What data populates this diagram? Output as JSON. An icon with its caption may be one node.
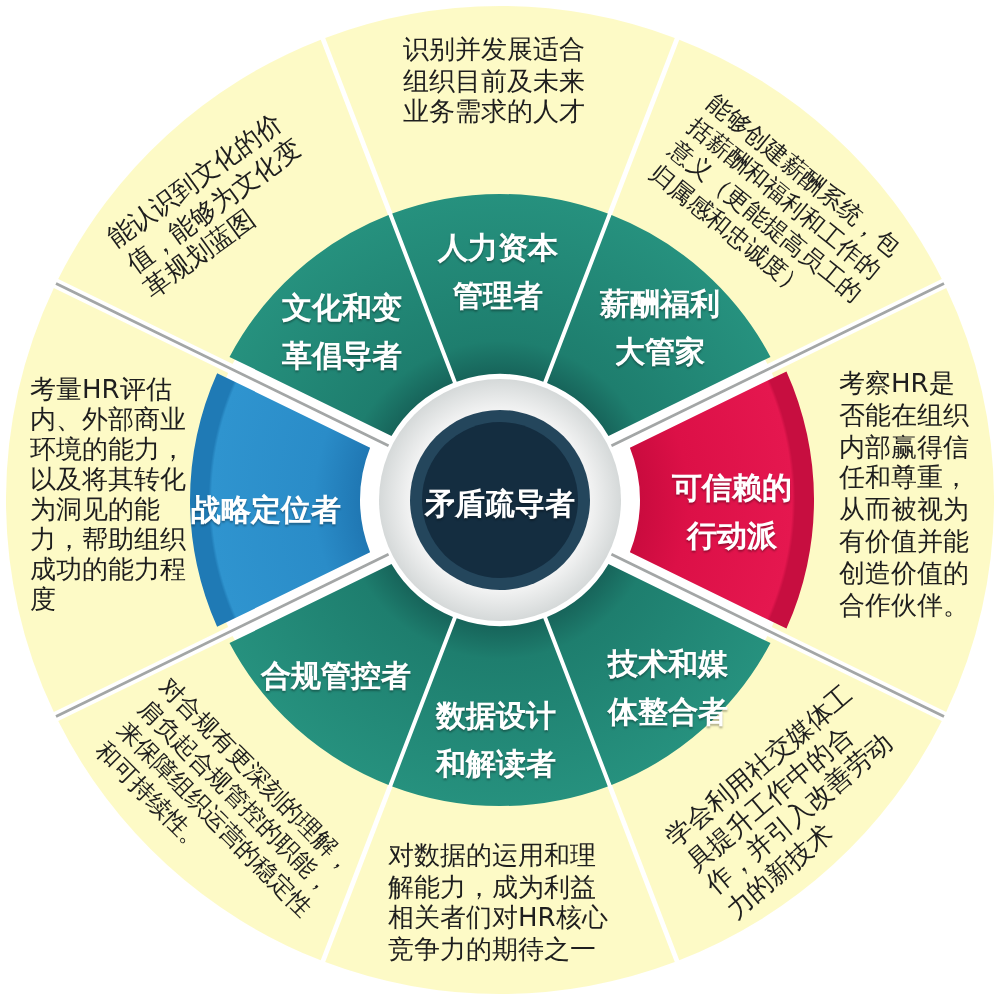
{
  "diagram": {
    "nodes": [
      {
        "text": [
          "矛盾疏导者"
        ]
      },
      {
        "text": [
          "人力资本管理者"
        ]
      },
      {
        "text": [
          "薪酬福利大管家"
        ]
      },
      {
        "text": [
          "可信赖的行动派"
        ]
      },
      {
        "text": [
          "技术和媒体整合者"
        ]
      },
      {
        "text": [
          "数据设计和解读者"
        ]
      },
      {
        "text": [
          "合规管控者"
        ]
      },
      {
        "text": [
          "战略定位者"
        ]
      },
      {
        "text": [
          "文化和变革倡导者"
        ]
      },
      {
        "text": [
          "识别并发展适合组织目前及未来业务需求的人才"
        ]
      },
      {
        "text": [
          "能够创建薪酬系统，包括薪酬和福利和工作的意义（更能提高员工的归属感和忠诚度）"
        ]
      },
      {
        "text": [
          "考察HR是否能在组织内部赢得信任和尊重，从而被视为有价值并能创造价值的合作伙伴。"
        ]
      },
      {
        "text": [
          "学会利用社交媒体工具提升工作中的合作，并引入改善劳动力的新技术"
        ]
      },
      {
        "text": [
          "对数据的运用和理解能力，成为利益相关者们对HR核心竞争力的期待之一"
        ]
      },
      {
        "text": [
          "对合规有更深刻的理解，肩负起合规管控的职能，来保障组织运营的稳定性和可持续性。"
        ]
      },
      {
        "text": [
          "考量HR评估内、外部商业环境的能力，以及将其转化为洞见的能力，帮助组织成功的能力程度"
        ]
      },
      {
        "text": [
          "能认识到文化的价值，能够为文化变革规划蓝图"
        ]
      }
    ]
  }
}
